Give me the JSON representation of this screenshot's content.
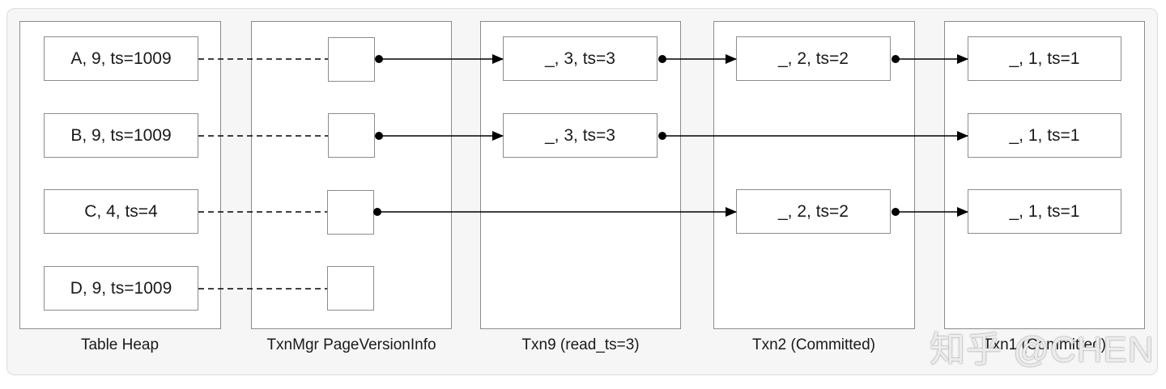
{
  "columns": [
    {
      "label": "Table Heap"
    },
    {
      "label": "TxnMgr PageVersionInfo"
    },
    {
      "label": "Txn9 (read_ts=3)"
    },
    {
      "label": "Txn2 (Committed)"
    },
    {
      "label": "Txn1 (Committed)"
    }
  ],
  "table_heap": [
    "A, 9, ts=1009",
    "B, 9, ts=1009",
    "C, 4, ts=4",
    "D, 9, ts=1009"
  ],
  "txn9": [
    "_, 3, ts=3",
    "_, 3, ts=3"
  ],
  "txn2": [
    "_, 2, ts=2",
    "_, 2, ts=2"
  ],
  "txn1": [
    "_, 1, ts=1",
    "_, 1, ts=1",
    "_, 1, ts=1"
  ],
  "watermark": "知乎 @CHEN",
  "colors": {
    "border": "#8c8c8c",
    "line": "#000000",
    "frame_bg": "#f6f6f7"
  }
}
